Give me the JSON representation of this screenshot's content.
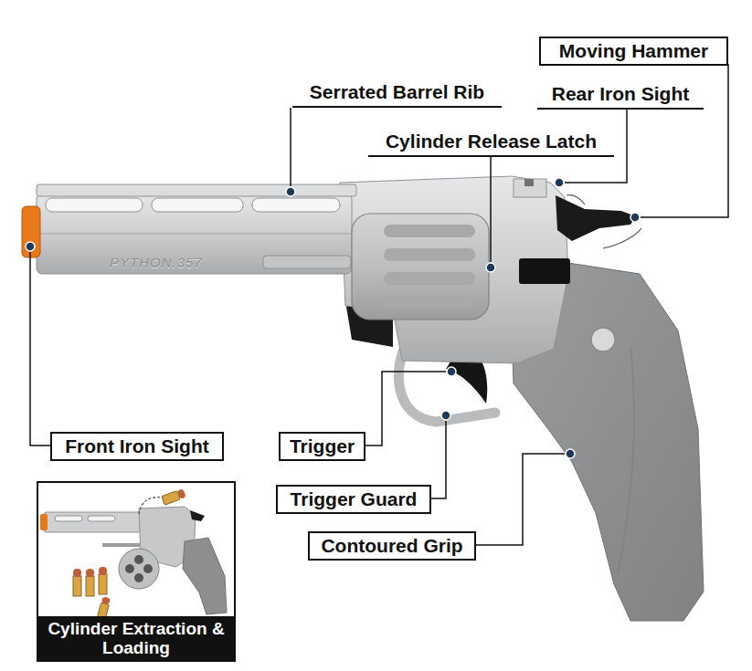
{
  "diagram": {
    "nodes": [
      {
        "text": [
          "Moving Hammer"
        ]
      },
      {
        "text": [
          "Serrated Barrel Rib"
        ]
      },
      {
        "text": [
          "Rear Iron Sight"
        ]
      },
      {
        "text": [
          "Cylinder Release Latch"
        ]
      },
      {
        "text": [
          "Front Iron Sight"
        ]
      },
      {
        "text": [
          "Trigger"
        ]
      },
      {
        "text": [
          "Trigger Guard"
        ]
      },
      {
        "text": [
          "Contoured Grip"
        ]
      },
      {
        "text": [
          "Cylinder Extraction & Loading"
        ]
      }
    ],
    "labels": [
      "PYTHON.357"
    ]
  }
}
